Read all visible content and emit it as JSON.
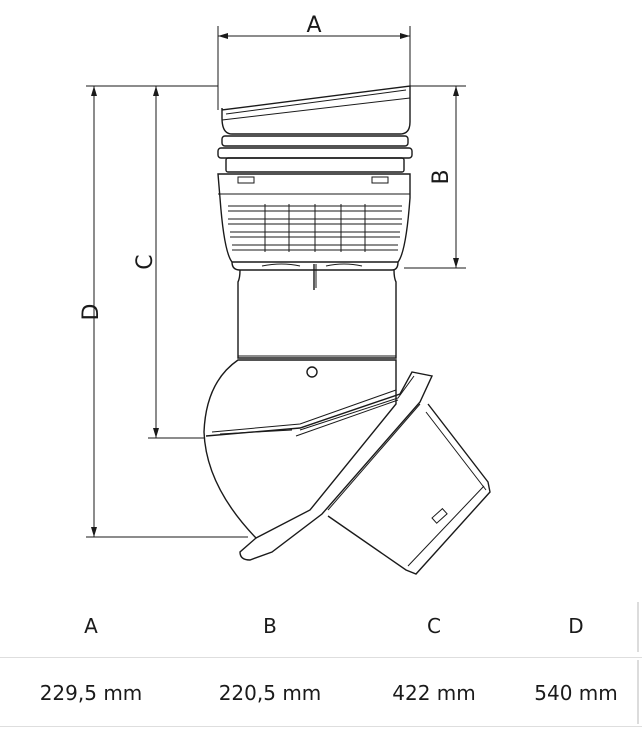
{
  "dimension_labels": {
    "a": "A",
    "b": "B",
    "c": "C",
    "d": "D"
  },
  "table": {
    "columns": [
      "A",
      "B",
      "C",
      "D"
    ],
    "values": [
      "229,5 mm",
      "220,5 mm",
      "422 mm",
      "540 mm"
    ]
  },
  "colors": {
    "line": "#1a1a1a",
    "table_border": "#dedede"
  }
}
